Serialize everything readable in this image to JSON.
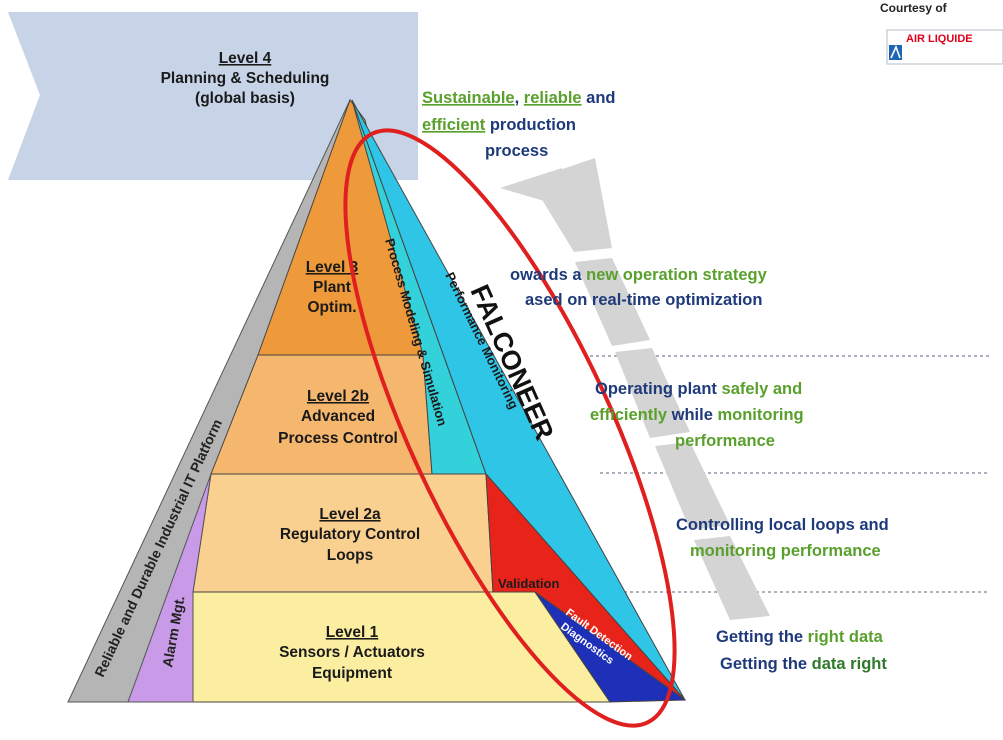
{
  "courtesy": {
    "label": "Courtesy of",
    "logo_text": "AIR LIQUIDE",
    "logo_color": "#e2001a"
  },
  "levels": {
    "l4": {
      "title": "Level 4",
      "line1": "Planning & Scheduling",
      "line2": "(global basis)"
    },
    "l3": {
      "title": "Level 3",
      "line1": "Plant",
      "line2": "Optim."
    },
    "l2b": {
      "title": "Level 2b",
      "line1": "Advanced",
      "line2": "Process Control"
    },
    "l2a": {
      "title": "Level 2a",
      "line1": "Regulatory Control",
      "line2": "Loops"
    },
    "l1": {
      "title": "Level 1",
      "line1": "Sensors / Actuators",
      "line2": "Equipment"
    }
  },
  "side_labels": {
    "platform": "Reliable and Durable Industrial IT Platform",
    "alarm": "Alarm Mgt.",
    "process_modeling": "Process Modeling & Simulation",
    "performance": "Performance Monitoring",
    "validation": "Validation",
    "fault1": "Fault Detection",
    "fault2": "Diagnostics"
  },
  "brand": "FALCONEER",
  "goals": {
    "top": {
      "w1": "Sustainable",
      "sep1": ", ",
      "w2": "reliable",
      "and": " and",
      "w3": "efficient",
      "prod": "  production",
      "process": "process"
    },
    "strategy": {
      "l1a": "owards a ",
      "l1b": "new operation strategy",
      "l2": "ased on real-time optimization"
    },
    "operating": {
      "l1a": "Operating plant ",
      "l1b": "safely and",
      "l2a": "efficiently",
      "l2b": " while ",
      "l2c": "monitoring",
      "l3": "performance"
    },
    "controlling": {
      "l1": "Controlling local loops and",
      "l2": "monitoring performance"
    },
    "data": {
      "l1a": "Getting the ",
      "l1b": "right data",
      "l2a": "Getting the ",
      "l2b": "data right"
    }
  },
  "colors": {
    "level4_bg": "#c7d3e6",
    "level3": "#ee9a3a",
    "level2b": "#f5b76e",
    "level2a": "#f9d090",
    "level1": "#fbeea0",
    "platform": "#b5b5b5",
    "alarm": "#c89ae8",
    "process_modeling": "#33d1d9",
    "performance": "#2ec5e6",
    "validation": "#e8241a",
    "fault": "#1e2fb8",
    "ellipse": "#e01f1f",
    "arrow": "#d4d4d4"
  }
}
